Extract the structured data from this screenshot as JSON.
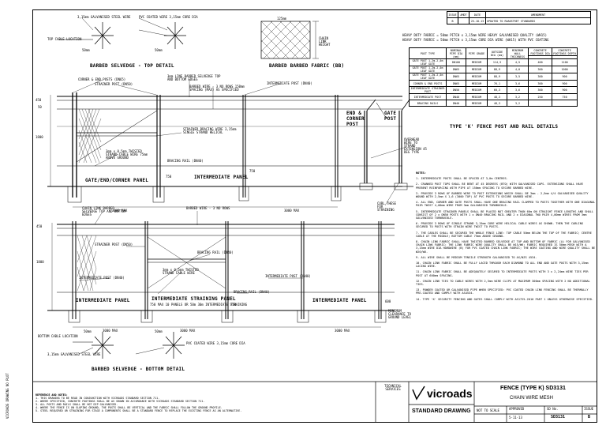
{
  "revisions": {
    "headers": [
      "ISSUE",
      "AMDT",
      "DATE",
      "AMENDMENT"
    ],
    "rows": [
      [
        "B",
        "",
        "25-10-13",
        "UPDATED TO ROADSTRET STANDARDS"
      ]
    ]
  },
  "top_left": {
    "callout_left": "3,15mm GALVANISED STEEL WIRE",
    "callout_right": "PVC COATED WIRE 3,15mm CORE DIA",
    "top_cable": "TOP CABLE LOCATION",
    "dim_left": "50mm",
    "dim_right": "50mm",
    "title": "BARBED SELVEDGE - TOP DETAIL"
  },
  "fabric": {
    "dim_top": "125mm",
    "dim_side": "CHAIN LINK HEIGHT",
    "title": "BARBED BARBED FABRIC (BB)"
  },
  "heavy_duty": [
    "HEAVY DUTY FABRIC = 50mm PITCH x 3,15mm WIRE HEAVY GALVANISED QUALITY (WH15)",
    "HEAVY DUTY FABRIC = 50mm PITCH x 3,15mm CORE DIA WIRE (WH15) WITH PVC COATING"
  ],
  "post_table": {
    "headers": [
      "POST TYPE",
      "NOMINAL PIPE DIA (mm)",
      "PIPE GRADE",
      "OUTSIDE DIA (mm)",
      "MINIMUM WALL THICKNESS",
      "CONCRETE FOOTINGS DIA",
      "CONCRETE FOOTINGS DEPTH"
    ],
    "rows": [
      [
        "GATE POST 1,2m-2,4m LEAF GATE",
        "DN100",
        "MEDIUM",
        "114,3",
        "4,5",
        "400",
        "1100"
      ],
      [
        "GATE POST 1,2m-2,4m LEAF GATE",
        "DN65",
        "MEDIUM",
        "88,9",
        "4,0",
        "300",
        "1000"
      ],
      [
        "GATE POST 1,2m-2,4m LEAF GATE",
        "DN65",
        "MEDIUM",
        "88,9",
        "3,5",
        "300",
        "900"
      ],
      [
        "CORNER & END POSTS",
        "DN65",
        "MEDIUM",
        "76,1",
        "3,6",
        "300",
        "900"
      ],
      [
        "INTERMEDIATE STRAINER POST",
        "DN50",
        "MEDIUM",
        "60,3",
        "3,6",
        "300",
        "900"
      ],
      [
        "INTERMEDIATE POST",
        "DN40",
        "MEDIUM",
        "48,3",
        "3,2",
        "250",
        "750"
      ],
      [
        "BRACING RAILS",
        "DN40",
        "MEDIUM",
        "48,3",
        "3,2",
        "",
        ""
      ]
    ],
    "caption": "TYPE 'K' FENCE POST AND RAIL DETAILS"
  },
  "elevation_top": {
    "labels": [
      "CORNER & END POSTS (DN65)",
      "STRAINER POST (DN50)",
      "3mm LINE BARBED SELVEDGE TOP AND BOTTOM EDGES",
      "BARBED WIRE - 3 NO ROWS 150mm SPACING (MAX) AS SPECIFIED",
      "INTERMEDIATE POST (DN40)",
      "STRAINER BRACING WIRE 3,15mm SINGLE STRAND HELICAL",
      "3mm x 0,5mm TWISTED STRAND CABLE WIRE 75mm ABOVE GROUND",
      "BRACING RAIL (DN40)"
    ],
    "dims": [
      "450",
      "50",
      "1800",
      "750",
      "750"
    ],
    "panel_left": "GATE/END/CORNER PANEL",
    "panel_right": "INTERMEDIATE PANEL",
    "span_left": "3000 MAX",
    "span_right": "3000 MAX"
  },
  "section_details": {
    "end_corner": "END & CORNER POST",
    "gate": "GATE POST",
    "cap": "OVERHEAD WIRE TO STRAND EXTENSION 45 DEG TYPE",
    "ground": "CURL THESE FOR STRAINING"
  },
  "elevation_bottom": {
    "labels": [
      "CHAIN LINK BARBED SELVEDGE TOP AND BOTTOM EDGES",
      "BARBED WIRE - 3 NO ROWS",
      "STRAINER POST (DN50)",
      "BRACING RAIL (DN40)",
      "INTERMEDIATE POST (DN40)",
      "3mm x 0,5mm TWISTED STRAND CABLE WIRE",
      "BRACING RAIL (DN40)",
      "INTERMEDIATE POST (DN40)"
    ],
    "dims": [
      "450",
      "1800",
      "750",
      "750",
      "600"
    ],
    "panel_1": "INTERMEDIATE PANEL",
    "panel_2": "INTERMEDIATE STRAINING PANEL",
    "panel_2_sub": "MAX 10 PANELS OR 50m 30m INTERMEDIATE STRAINING",
    "panel_3": "INTERMEDIATE PANEL",
    "note_right": "MINIMUM CLEARANCE TO GROUND LEVEL",
    "span_1": "3000 MAX",
    "span_2": "3000 MAX",
    "span_3": "3000 MAX"
  },
  "bottom_left": {
    "bottom_cable": "BOTTOM CABLE LOCATION",
    "callout_left": "3,15mm GALVANISED STEEL WIRE",
    "callout_right": "PVC COATED WIRE 3,15mm CORE DIA",
    "dim_left": "50mm",
    "dim_right": "50mm",
    "title": "BARBED SELVEDGE - BOTTOM DETAIL"
  },
  "notes_heading": "NOTES:",
  "notes": [
    "1. INTERMEDIATE POSTS SHALL BE SPACED AT 3,0m CENTRES.",
    "2. CRANKED POST TOPS SHALL BE BENT AT 45 DEGREES (BTO) WITH GALVANISED CAPS. EXTENSIONS SHALL HAVE PREBENT REINFORCING WITH PIPE AT 150mm SPACING TO SECURE BARBED WIRE.",
    "3. PROVIDE 3 ROWS OF BARBED WIRE TO POST EXTENSIONS WHICH SHALL BE 3mm - 2,5mm 4/4 GALVANISED QUALITY WOUND WITH 2,5mm X 1,6 (3000 TOP) AT PVC POSTS TO SECURE BARBED WIRE.",
    "4. ALL END, CORNER AND GATE POSTS SHALL HAVE ONE BRACING RAIL CLAMPED TO POSTS TOGETHER WITH ONE DIAGONAL PAIR TWIST 4,00mm WIRE FROM 3mm GALVANISED TURNBUCKLE.",
    "5. INTERMEDIATE STRAINER PANELS SHALL BE PLACED NOT GREATER THAN 60m ON STRAIGHT FENCE LENGTHS AND SHALL CONSIST OF 2 x DN50 POSTS WITH 1 x DN40 BRACING RAIL AND 2 x DIAGONAL TWO PAIR 4,00mm WIRES FROM 3mm GALVANISED TURNBUCKLE.",
    "6. PROVIDE 3 ROWS OF SINGLE STRAND 3,15mm CORE WIRE HELICAL CABLE WIRES AS SHOWN. THEN THE CABLING SECURED TO POSTS WITH STRAIN WIRE TWIST TO POSTS.",
    "7. THE CABLES SHALL BE SECURED THE WHOLE FENCE LINE: TOP CABLE 50mm BELOW THE TOP OF THE FABRIC; CENTRE CABLE AT THE MIDDLE; BOTTOM CABLE 75mm ABOVE GROUND.",
    "8. CHAIN LINK FABRIC SHALL HAVE TWISTED BARBED SELVEDGE AT TOP AND BOTTOM OF FABRIC (A) FOR GALVANISED CHAIN LINK FABRIC; THE LINK FABRIC WIRE QUALITY SHALL BE W15/W6; FABRIC REQUIRED IS 50mm MESH WITH A 3,15mm WIRE DIA HARDWIRE (B) FOR PVC COATED CHAIN LINK FABRIC; THE WIRE COATING AND WIRE QUALITY SHALL BE W20/W6.",
    "9. ALL WIRE SHALL BE MEDIUM TENSILE STRENGTH GALVANISED TO AS/NZS 4534.",
    "10. CHAIN LINK FABRIC SHALL BE FULLY LACED THROUGH EACH DIAMOND TO ALL END AND GATE POSTS WITH 3,15mm LACING WIRE.",
    "11. CHAIN LINK FABRIC SHALL BE ADEQUATELY SECURED TO INTERMEDIATE POSTS WITH 3 x 2,24mm WIRE TIES PER POST AT 600mm SPACING.",
    "12. CHAIN LINK TIES TO CABLE WIRES WITH 2,5mm WIRE CLIPS AT MAXIMUM 300mm SPACING WITH 2 NO ADDITIONAL TIES.",
    "13. POWDER COATED OR GALVANISED PIPE WHEN SPECIFIED: PVC COATED CHAIN LINK FENCING SHALL BE THERMALLY PRE-COATED AND COMPLY WITH AS4534.",
    "14. TYPE 'K' SECURITY FENCING AND GATES SHALL COMPLY WITH AS1725-2010 PART 1 UNLESS OTHERWISE SPECIFIED."
  ],
  "general_notes_heading": "REFERENCE AND NOTES:",
  "general_notes": [
    "1. THIS DRAWING TO BE READ IN CONJUNCTION WITH VICROADS STANDARD SECTION 711.",
    "2. WHERE SPECIFIED, CONCRETE FOOTINGS SHALL BE AS SHOWN IN ACCORDANCE WITH VICROADS STANDARD SECTION 711.",
    "3. ALL POSTS AND RAILS SHALL BE HOT DIP GALVANISED.",
    "4. WHERE THE FENCE IS ON SLOPING GROUND, THE POSTS SHALL BE VERTICAL AND THE FABRIC SHALL FOLLOW THE GROUND PROFILE.",
    "5. STEEL REQUIRED OR STRAINING FOR STAGE A COMPONENTS SHALL BE A STANDARD FENCE TO REPLACE THE EXISTING FENCE AS AN ALTERNATIVE."
  ],
  "title_block": {
    "technical": "TECHNICAL SERVICES",
    "logo_text": "vicroads",
    "standard_drawing": "STANDARD DRAWING",
    "fence_title": "FENCE (TYPE K) SD3131",
    "subtitle": "CHAIN WIRE MESH",
    "scale": "NOT TO SCALE",
    "approved_label": "APPROVED",
    "date": "5-11-13",
    "sd_label": "SD No.",
    "sd_number": "SD3131",
    "issue_label": "ISSUE",
    "issue": "B"
  },
  "margin_text": "VICROADS DRAWING NO PLOT"
}
